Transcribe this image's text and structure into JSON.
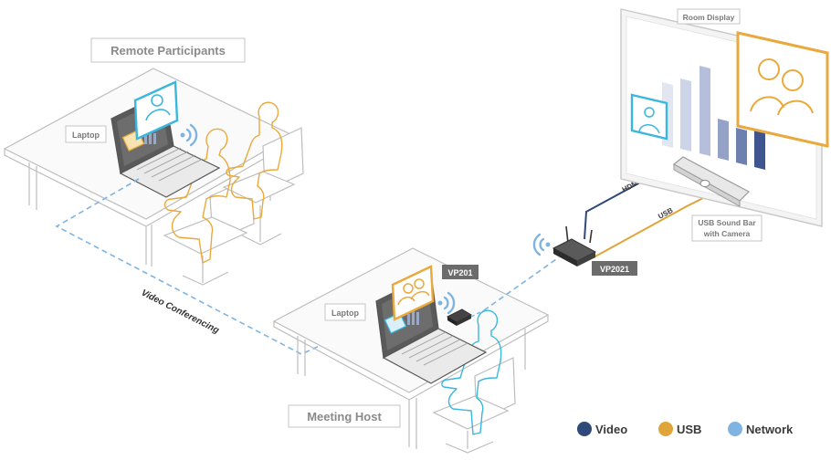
{
  "labels": {
    "remote_participants": "Remote Participants",
    "meeting_host": "Meeting Host",
    "laptop_remote": "Laptop",
    "laptop_host": "Laptop",
    "room_display": "Room Display",
    "sound_bar": "USB Sound Bar",
    "sound_bar_2": "with Camera",
    "vp201": "VP201",
    "vp2021": "VP2021",
    "hdmi": "HDMI",
    "usb": "USB",
    "video_conferencing": "Video Conferencing"
  },
  "legend": [
    {
      "label": "Video",
      "color": "#2f4a7a"
    },
    {
      "label": "USB",
      "color": "#e0a53a"
    },
    {
      "label": "Network",
      "color": "#7fb4e2"
    }
  ],
  "colors": {
    "video": "#2f4a7a",
    "usb": "#e0a53a",
    "network": "#7fb4e2",
    "orange_outline": "#e9a93c",
    "cyan_outline": "#3ab7de",
    "furniture": "#bdbdbd"
  }
}
